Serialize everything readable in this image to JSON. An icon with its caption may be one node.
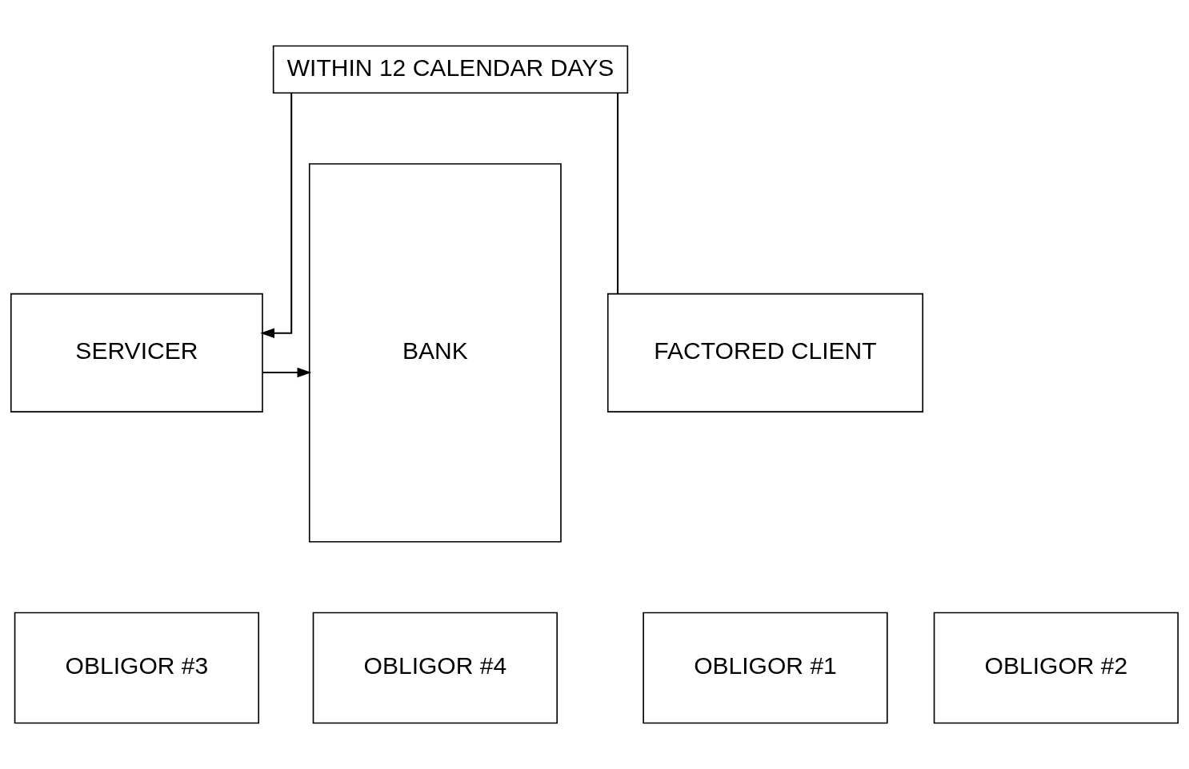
{
  "diagram": {
    "nodes": [
      {
        "text": [
          "WITHIN 12 CALENDAR DAYS"
        ]
      },
      {
        "text": [
          "FACTORED CLIENT"
        ]
      },
      {
        "text": [
          "SERVICER"
        ]
      },
      {
        "text": [
          "BANK"
        ]
      },
      {
        "text": [
          "OBLIGOR #1"
        ]
      },
      {
        "text": [
          "OBLIGOR #2"
        ]
      },
      {
        "text": [
          "OBLIGOR #3"
        ]
      },
      {
        "text": [
          "OBLIGOR #4"
        ]
      }
    ],
    "edges": [
      {
        "from": 1,
        "to": 0,
        "arrow": "none"
      },
      {
        "from": 0,
        "to": 2,
        "arrow": "to"
      },
      {
        "from": 2,
        "to": 3,
        "arrow": "to"
      }
    ]
  }
}
